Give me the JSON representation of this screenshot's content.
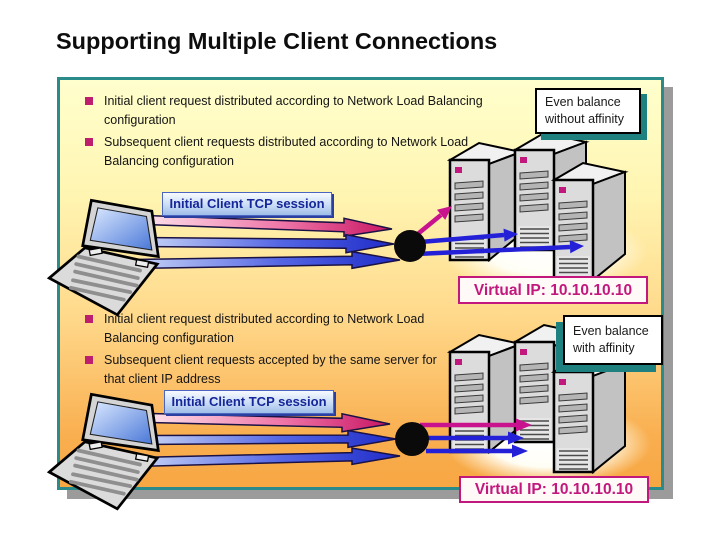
{
  "title": "Supporting Multiple Client Connections",
  "sections": [
    {
      "id": "top",
      "bullets": [
        "Initial client request distributed according to Network Load Balancing configuration",
        "Subsequent client requests distributed according to Network Load Balancing configuration"
      ],
      "balance_note": {
        "line1": "Even balance",
        "line2": "without affinity"
      },
      "tcp_session_label": "Initial Client TCP session",
      "virtual_ip_label": "Virtual IP: 10.10.10.10"
    },
    {
      "id": "bottom",
      "bullets": [
        "Initial client request distributed according to Network Load Balancing configuration",
        "Subsequent client requests accepted by the same server for that client IP address"
      ],
      "balance_note": {
        "line1": "Even balance",
        "line2": "with affinity"
      },
      "tcp_session_label": "Initial Client TCP session",
      "virtual_ip_label": "Virtual IP: 10.10.10.10"
    }
  ],
  "colors": {
    "panel_border_teal": "#2b8a8a",
    "panel_gradient_top": "#ffffcc",
    "panel_gradient_bottom": "#f7a743",
    "panel_drop_shadow": "#9b9b9b",
    "bullet_square": "#be1e6e",
    "arrow_pink": "#c9128e",
    "arrow_blue": "#2420d8",
    "tcp_label_text": "#15269a",
    "tcp_label_fill": "#cadcf5",
    "virtual_ip_magenta": "#c2187e",
    "note_shadow_teal": "#1f8080",
    "server_led": "#c2187e",
    "balancer_node": "#0a0a0a"
  },
  "icons": {
    "laptop": "laptop-icon",
    "server": "server-icon",
    "balancer": "load-balancer-node-icon"
  }
}
